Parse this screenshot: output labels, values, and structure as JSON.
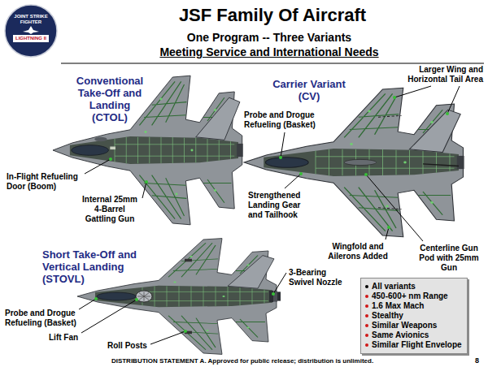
{
  "diagram": {
    "title": "JSF Family Of Aircraft",
    "nodes": [
      {
        "text": [
          "All variants",
          "450-600+ nm Range",
          "1.6 Max Mach",
          "Stealthy",
          "Similar Weapons",
          "Same Avionics",
          "Similar Flight Envelope"
        ]
      }
    ],
    "labels": [
      "JOINT STRIKE FIGHTER",
      "LIGHTNING II",
      "One Program -- Three Variants",
      "Meeting Service and International Needs",
      "Conventional Take-Off and Landing (CTOL)",
      "Carrier Variant (CV)",
      "Probe and Drogue Refueling (Basket)",
      "Larger Wing and Horizontal Tail Area",
      "In-Flight Refueling Door (Boom)",
      "Internal 25mm 4-Barrel Gattling Gun",
      "Strengthened Landing Gear and Tailhook",
      "Centerline Gun Pod with 25mm Gun",
      "Wingfold and Ailerons Added",
      "Short Take-Off and Vertical Landing (STOVL)",
      "3-Bearing Swivel Nozzle",
      "Probe and Drogue Refueling (Basket)",
      "Lift Fan",
      "Roll Posts",
      "DISTRIBUTION STATEMENT A. Approved for public release; distribution is unlimited.",
      "8"
    ]
  }
}
